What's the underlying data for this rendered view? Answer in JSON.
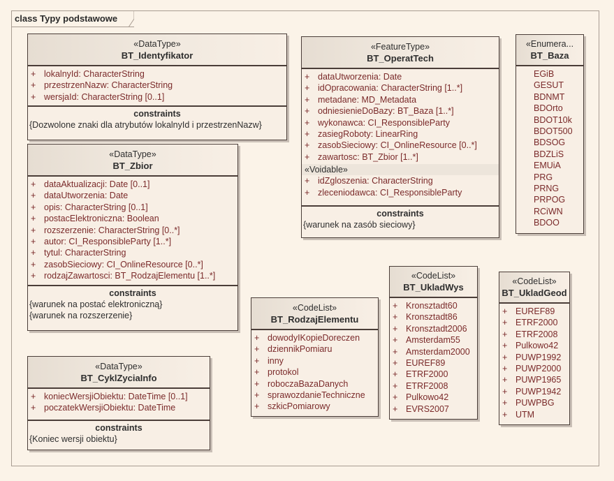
{
  "diagram": {
    "title": "class Typy podstawowe"
  },
  "classes": {
    "identyfikator": {
      "stereotype": "«DataType»",
      "name": "BT_Identyfikator",
      "attributes": [
        {
          "vis": "+",
          "text": "lokalnyId:  CharacterString"
        },
        {
          "vis": "+",
          "text": "przestrzenNazw:  CharacterString"
        },
        {
          "vis": "+",
          "text": "wersjaId:  CharacterString [0..1]"
        }
      ],
      "constraints_title": "constraints",
      "constraints": [
        "{Dozwolone znaki dla atrybutów lokalnyId i przestrzenNazw}"
      ]
    },
    "zbior": {
      "stereotype": "«DataType»",
      "name": "BT_Zbior",
      "attributes": [
        {
          "vis": "+",
          "text": "dataAktualizacji:  Date [0..1]"
        },
        {
          "vis": "+",
          "text": "dataUtworzenia:  Date"
        },
        {
          "vis": "+",
          "text": "opis:  CharacterString [0..1]"
        },
        {
          "vis": "+",
          "text": "postacElektroniczna:  Boolean"
        },
        {
          "vis": "+",
          "text": "rozszerzenie:  CharacterString [0..*]"
        },
        {
          "vis": "+",
          "text": "autor:  CI_ResponsibleParty [1..*]"
        },
        {
          "vis": "+",
          "text": "tytul:  CharacterString"
        },
        {
          "vis": "+",
          "text": "zasobSieciowy:  CI_OnlineResource [0..*]"
        },
        {
          "vis": "+",
          "text": "rodzajZawartosci:  BT_RodzajElementu [1..*]"
        }
      ],
      "constraints_title": "constraints",
      "constraints": [
        "{warunek na postać elektroniczną}",
        "{warunek na rozszerzenie}"
      ]
    },
    "cykl": {
      "stereotype": "«DataType»",
      "name": "BT_CyklZyciaInfo",
      "attributes": [
        {
          "vis": "+",
          "text": "koniecWersjiObiektu:  DateTime [0..1]"
        },
        {
          "vis": "+",
          "text": "poczatekWersjiObiektu:  DateTime"
        }
      ],
      "constraints_title": "constraints",
      "constraints": [
        "{Koniec wersji obiektu}"
      ]
    },
    "operat": {
      "stereotype": "«FeatureType»",
      "name": "BT_OperatTech",
      "attributes": [
        {
          "vis": "+",
          "text": "dataUtworzenia:  Date"
        },
        {
          "vis": "+",
          "text": "idOpracowania:  CharacterString [1..*]"
        },
        {
          "vis": "+",
          "text": "metadane:  MD_Metadata"
        },
        {
          "vis": "+",
          "text": "odniesienieDoBazy:  BT_Baza [1..*]"
        },
        {
          "vis": "+",
          "text": "wykonawca:  CI_ResponsibleParty"
        },
        {
          "vis": "+",
          "text": "zasiegRoboty:  LinearRing"
        },
        {
          "vis": "+",
          "text": "zasobSieciowy:  CI_OnlineResource [0..*]"
        },
        {
          "vis": "+",
          "text": "zawartosc:  BT_Zbior [1..*]"
        }
      ],
      "voidable_label": "«Voidable»",
      "voidable_attributes": [
        {
          "vis": "+",
          "text": "idZgloszenia:  CharacterString"
        },
        {
          "vis": "+",
          "text": "zleceniodawca:  CI_ResponsibleParty"
        }
      ],
      "constraints_title": "constraints",
      "constraints": [
        "{warunek na zasób sieciowy}"
      ]
    },
    "baza": {
      "stereotype": "«Enumera...",
      "name": "BT_Baza",
      "literals": [
        "EGiB",
        "GESUT",
        "BDNMT",
        "BDOrto",
        "BDOT10k",
        "BDOT500",
        "BDSOG",
        "BDZLiS",
        "EMUiA",
        "PRG",
        "PRNG",
        "PRPOG",
        "RCiWN",
        "BDOO"
      ]
    },
    "rodzaj": {
      "stereotype": "«CodeList»",
      "name": "BT_RodzajElementu",
      "attributes": [
        {
          "vis": "+",
          "text": "dowodyIKopieDoreczen"
        },
        {
          "vis": "+",
          "text": "dziennikPomiaru"
        },
        {
          "vis": "+",
          "text": "inny"
        },
        {
          "vis": "+",
          "text": "protokol"
        },
        {
          "vis": "+",
          "text": "roboczaBazaDanych"
        },
        {
          "vis": "+",
          "text": "sprawozdanieTechniczne"
        },
        {
          "vis": "+",
          "text": "szkicPomiarowy"
        }
      ]
    },
    "ukladwys": {
      "stereotype": "«CodeList»",
      "name": "BT_UkladWys",
      "attributes": [
        {
          "vis": "+",
          "text": "Kronsztadt60"
        },
        {
          "vis": "+",
          "text": "Kronsztadt86"
        },
        {
          "vis": "+",
          "text": "Kronsztadt2006"
        },
        {
          "vis": "+",
          "text": "Amsterdam55"
        },
        {
          "vis": "+",
          "text": "Amsterdam2000"
        },
        {
          "vis": "+",
          "text": "EUREF89"
        },
        {
          "vis": "+",
          "text": "ETRF2000"
        },
        {
          "vis": "+",
          "text": "ETRF2008"
        },
        {
          "vis": "+",
          "text": "Pulkowo42"
        },
        {
          "vis": "+",
          "text": "EVRS2007"
        }
      ]
    },
    "ukladgeod": {
      "stereotype": "«CodeList»",
      "name": "BT_UkladGeod",
      "attributes": [
        {
          "vis": "+",
          "text": "EUREF89"
        },
        {
          "vis": "+",
          "text": "ETRF2000"
        },
        {
          "vis": "+",
          "text": "ETRF2008"
        },
        {
          "vis": "+",
          "text": "Pulkowo42"
        },
        {
          "vis": "+",
          "text": "PUWP1992"
        },
        {
          "vis": "+",
          "text": "PUWP2000"
        },
        {
          "vis": "+",
          "text": "PUWP1965"
        },
        {
          "vis": "+",
          "text": "PUWP1942"
        },
        {
          "vis": "+",
          "text": "PUWPBG"
        },
        {
          "vis": "+",
          "text": "UTM"
        }
      ]
    }
  },
  "colors": {
    "background": "#fbf3e8",
    "attribute_text": "#7a2a2a",
    "border": "#4a3d38"
  }
}
